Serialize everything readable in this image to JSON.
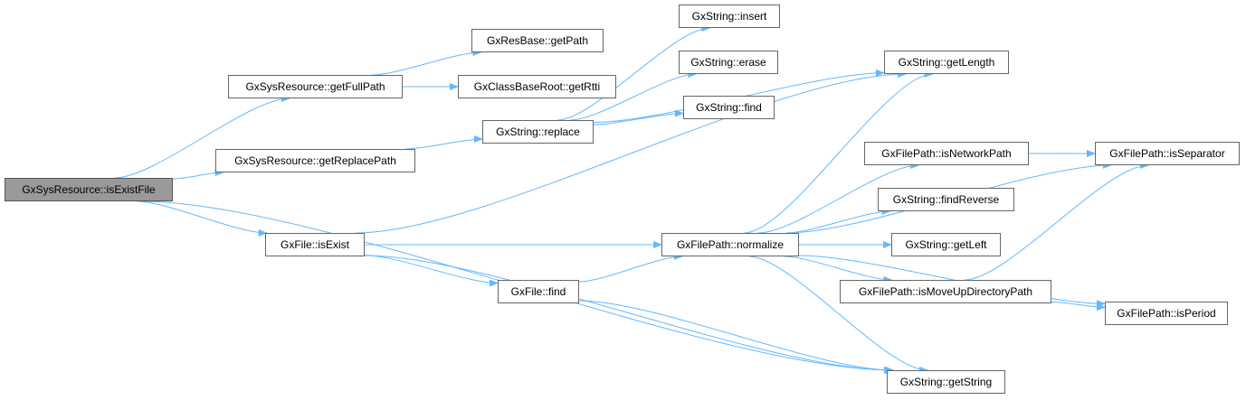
{
  "graph": {
    "nodes": [
      {
        "id": "isExistFile",
        "label": "GxSysResource::isExistFile",
        "root": true
      },
      {
        "id": "getFullPath",
        "label": "GxSysResource::getFullPath"
      },
      {
        "id": "getReplacePath",
        "label": "GxSysResource::getReplacePath"
      },
      {
        "id": "fileIsExist",
        "label": "GxFile::isExist"
      },
      {
        "id": "resGetPath",
        "label": "GxResBase::getPath"
      },
      {
        "id": "getRtti",
        "label": "GxClassBaseRoot::getRtti"
      },
      {
        "id": "replace",
        "label": "GxString::replace"
      },
      {
        "id": "insert",
        "label": "GxString::insert"
      },
      {
        "id": "erase",
        "label": "GxString::erase"
      },
      {
        "id": "strFind",
        "label": "GxString::find"
      },
      {
        "id": "getLength",
        "label": "GxString::getLength"
      },
      {
        "id": "isNetworkPath",
        "label": "GxFilePath::isNetworkPath"
      },
      {
        "id": "isSeparator",
        "label": "GxFilePath::isSeparator"
      },
      {
        "id": "findReverse",
        "label": "GxString::findReverse"
      },
      {
        "id": "normalize",
        "label": "GxFilePath::normalize"
      },
      {
        "id": "getLeft",
        "label": "GxString::getLeft"
      },
      {
        "id": "fileFind",
        "label": "GxFile::find"
      },
      {
        "id": "isMoveUp",
        "label": "GxFilePath::isMoveUpDirectoryPath"
      },
      {
        "id": "isPeriod",
        "label": "GxFilePath::isPeriod"
      },
      {
        "id": "getString",
        "label": "GxString::getString"
      }
    ],
    "edges": [
      [
        "isExistFile",
        "getFullPath"
      ],
      [
        "isExistFile",
        "getReplacePath"
      ],
      [
        "isExistFile",
        "fileIsExist"
      ],
      [
        "isExistFile",
        "getString"
      ],
      [
        "getFullPath",
        "resGetPath"
      ],
      [
        "getFullPath",
        "getRtti"
      ],
      [
        "getReplacePath",
        "replace"
      ],
      [
        "replace",
        "insert"
      ],
      [
        "replace",
        "erase"
      ],
      [
        "replace",
        "strFind"
      ],
      [
        "replace",
        "getLength"
      ],
      [
        "fileIsExist",
        "getLength"
      ],
      [
        "fileIsExist",
        "normalize"
      ],
      [
        "fileIsExist",
        "fileFind"
      ],
      [
        "fileIsExist",
        "getString"
      ],
      [
        "fileFind",
        "normalize"
      ],
      [
        "fileFind",
        "getString"
      ],
      [
        "normalize",
        "getLength"
      ],
      [
        "normalize",
        "isNetworkPath"
      ],
      [
        "normalize",
        "isSeparator"
      ],
      [
        "normalize",
        "findReverse"
      ],
      [
        "normalize",
        "getLeft"
      ],
      [
        "normalize",
        "isMoveUp"
      ],
      [
        "normalize",
        "isPeriod"
      ],
      [
        "normalize",
        "getString"
      ],
      [
        "isNetworkPath",
        "isSeparator"
      ],
      [
        "isMoveUp",
        "isSeparator"
      ],
      [
        "isMoveUp",
        "isPeriod"
      ]
    ],
    "colors": {
      "edge": "#63b8ff",
      "node_border": "#666666",
      "root_fill": "#999999"
    }
  }
}
